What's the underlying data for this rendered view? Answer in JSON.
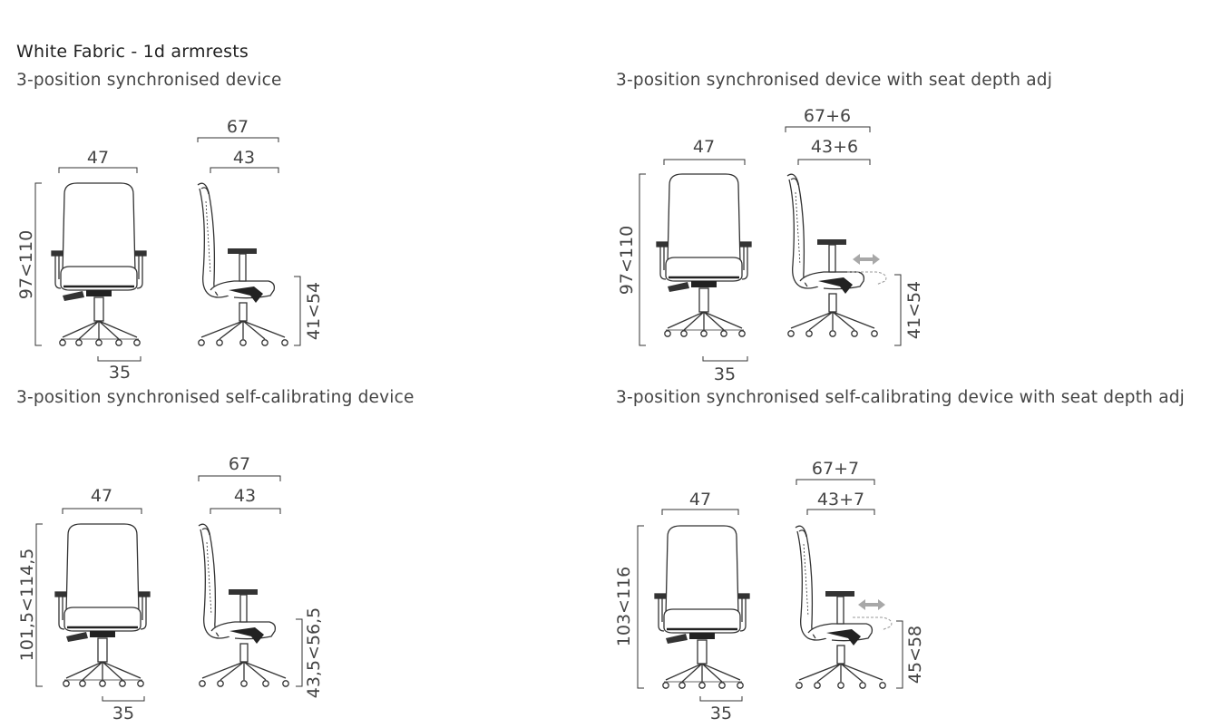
{
  "title": "White Fabric - 1d armrests",
  "variants": [
    {
      "caption": "3-position synchronised device",
      "front_width": "47",
      "side_total": "67",
      "side_seat": "43",
      "height": "97<110",
      "seat_height": "41<54",
      "base": "35"
    },
    {
      "caption": "3-position synchronised device with seat depth adj",
      "front_width": "47",
      "side_total": "67+6",
      "side_seat": "43+6",
      "height": "97<110",
      "seat_height": "41<54",
      "base": "35"
    },
    {
      "caption": "3-position synchronised self-calibrating device",
      "front_width": "47",
      "side_total": "67",
      "side_seat": "43",
      "height": "101,5<114,5",
      "seat_height": "43,5<56,5",
      "base": "35"
    },
    {
      "caption": "3-position synchronised self-calibrating device with seat depth adj",
      "front_width": "47",
      "side_total": "67+7",
      "side_seat": "43+7",
      "height": "103<116",
      "seat_height": "45<58",
      "base": "35"
    }
  ]
}
